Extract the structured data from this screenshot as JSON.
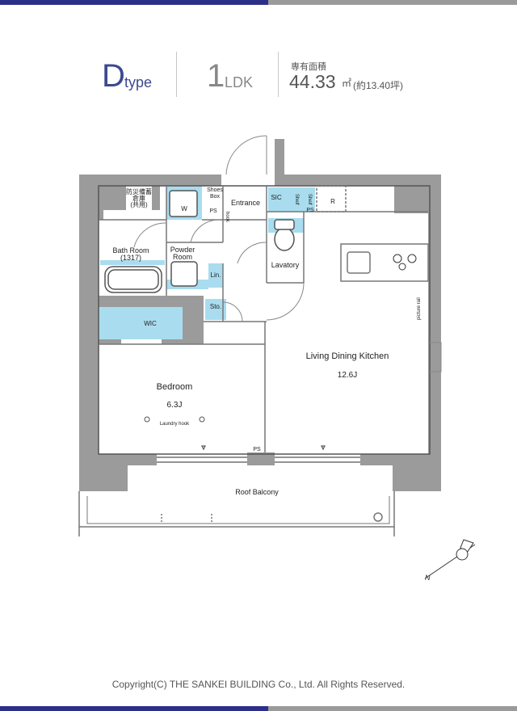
{
  "header": {
    "type_letter": "D",
    "type_word": "type",
    "ldk_number": "1",
    "ldk_word": "LDK",
    "area_label": "専有面積",
    "area_value": "44.33",
    "area_unit": "㎡",
    "area_tsubo": "(約13.40坪)"
  },
  "rooms": {
    "storage_label_1": "防災備蓄",
    "storage_label_2": "倉庫",
    "storage_label_3": "(共用)",
    "shoes_box_1": "Shoes",
    "shoes_box_2": "Box",
    "washer": "W",
    "ps_1": "PS",
    "hook": "hook",
    "entrance": "Entrance",
    "sic": "SIC",
    "shelf_1": "Shelf",
    "shelf_2": "Shelf",
    "ps_2": "PS",
    "refrigerator": "R",
    "bath_room": "Bath Room",
    "bath_size": "(1317)",
    "powder_room_1": "Powder",
    "powder_room_2": "Room",
    "linen": "Lin.",
    "lavatory": "Lavatory",
    "storage": "Sto.",
    "wic": "WIC",
    "picture_rail": "picture rail",
    "ldk": "Living Dining Kitchen",
    "ldk_size": "12.6J",
    "bedroom": "Bedroom",
    "bedroom_size": "6.3J",
    "laundry_hook": "Laundry hook",
    "ps_3": "PS",
    "roof_balcony": "Roof Balcony",
    "north_mark": "N"
  },
  "footer": {
    "copyright": "Copyright(C) THE SANKEI BUILDING Co., Ltd. All Rights Reserved."
  },
  "colors": {
    "navy": "#2b2f87",
    "wall": "#9b9b9b",
    "blue_fill": "#a9dcef",
    "type_text": "#3d4990"
  }
}
